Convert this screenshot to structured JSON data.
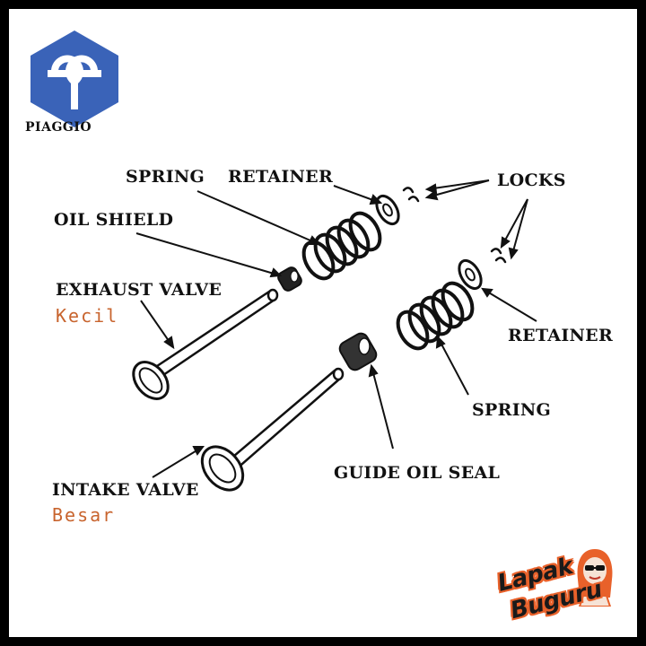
{
  "brand": {
    "name": "PIAGGIO",
    "logo_color": "#3a63b8",
    "icon": "piaggio-emblem-icon"
  },
  "labels": {
    "spring_top": "SPRING",
    "retainer_top": "RETAINER",
    "locks": "LOCKS",
    "oil_shield": "OIL SHIELD",
    "exhaust_valve": "EXHAUST VALVE",
    "exhaust_sub": "Kecil",
    "retainer_right": "RETAINER",
    "spring_bottom": "SPRING",
    "guide_oil_seal": "GUIDE OIL SEAL",
    "intake_valve": "INTAKE VALVE",
    "intake_sub": "Besar"
  },
  "sub_label_color": "#c8642e",
  "shop": {
    "word1": "Lapak",
    "word2": "Buguru",
    "accent_color": "#e8612a",
    "mascot_icon": "mascot-girl-icon"
  }
}
